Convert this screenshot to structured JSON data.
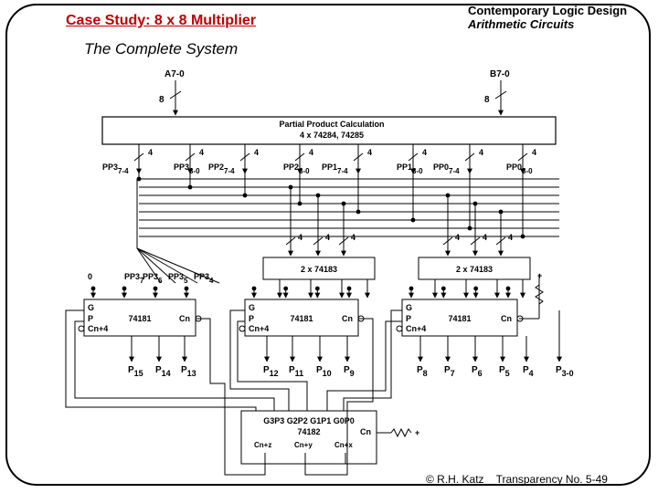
{
  "header": {
    "title": "Case Study: 8 x 8 Multiplier",
    "course": "Contemporary Logic Design",
    "topic": "Arithmetic Circuits"
  },
  "subtitle": "The Complete System",
  "diagram": {
    "inputs": {
      "a": "A7-0",
      "b": "B7-0",
      "a_width": "8",
      "b_width": "8"
    },
    "pp_block": {
      "title": "Partial Product Calculation",
      "sub": "4 x 74284, 74285"
    },
    "pp_labels": [
      {
        "main": "PP3",
        "sub": "7-4"
      },
      {
        "main": "PP3",
        "sub": "3-0"
      },
      {
        "main": "PP2",
        "sub": "7-4"
      },
      {
        "main": "PP2",
        "sub": "3-0"
      },
      {
        "main": "PP1",
        "sub": "7-4"
      },
      {
        "main": "PP1",
        "sub": "3-0"
      },
      {
        "main": "PP0",
        "sub": "7-4"
      },
      {
        "main": "PP0",
        "sub": "3-0"
      }
    ],
    "bus_width": "4",
    "csa_block": "2 x 74183",
    "alu_chip": "74181",
    "alu_pins": {
      "g": "G",
      "p": "P",
      "cn4": "Cn+4",
      "cn": "Cn"
    },
    "carry_in_zero": "0",
    "pp3_taps": [
      {
        "main": "PP3",
        "sub": "7"
      },
      {
        "main": "PP3",
        "sub": "6"
      },
      {
        "main": "PP3",
        "sub": "5"
      },
      {
        "main": "PP3",
        "sub": "4"
      }
    ],
    "outputs": [
      {
        "main": "P",
        "sub": "15"
      },
      {
        "main": "P",
        "sub": "14"
      },
      {
        "main": "P",
        "sub": "13"
      },
      {
        "main": "P",
        "sub": "12"
      },
      {
        "main": "P",
        "sub": "11"
      },
      {
        "main": "P",
        "sub": "10"
      },
      {
        "main": "P",
        "sub": "9"
      },
      {
        "main": "P",
        "sub": "8"
      },
      {
        "main": "P",
        "sub": "7"
      },
      {
        "main": "P",
        "sub": "6"
      },
      {
        "main": "P",
        "sub": "5"
      },
      {
        "main": "P",
        "sub": "4"
      },
      {
        "main": "P",
        "sub": "3-0"
      }
    ],
    "lookahead": {
      "inputs": "G3P3  G2P2  G1P1  G0P0",
      "chip": "74182",
      "cn": "Cn",
      "outputs": [
        "Cn+z",
        "Cn+y",
        "Cn+x"
      ]
    },
    "plus": "+"
  },
  "footer": {
    "credit": "© R.H. Katz",
    "transparency": "Transparency No. 5-49"
  }
}
